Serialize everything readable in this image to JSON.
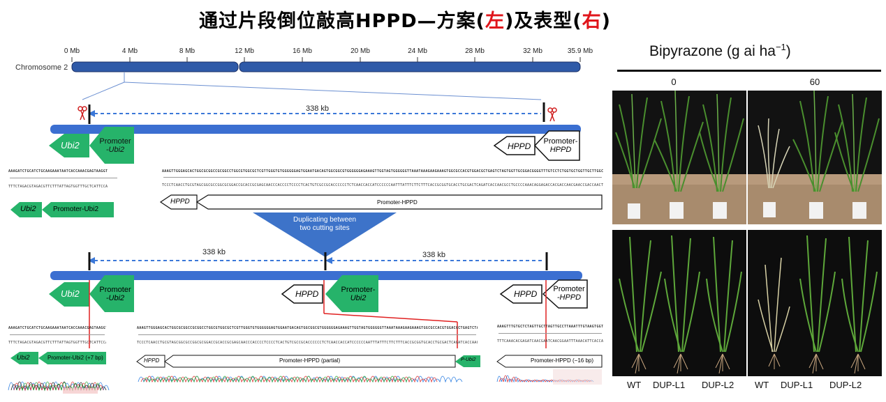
{
  "title": {
    "part1": "通过片段倒位敲高HPPD—方案(",
    "left_word": "左",
    "part2": ")及表型(",
    "right_word": "右",
    "part3": ")"
  },
  "chromosome": {
    "label": "Chromosome 2",
    "ticks": [
      "0 Mb",
      "4 Mb",
      "8 Mb",
      "12 Mb",
      "16 Mb",
      "20 Mb",
      "24 Mb",
      "28 Mb",
      "32 Mb",
      "35.9 Mb"
    ]
  },
  "wildtype": {
    "distance": "338 kb",
    "ubi2": "Ubi2",
    "promoter_ubi2": [
      "Promoter",
      "-Ubi2"
    ],
    "hppd": "HPPD",
    "promoter_hppd": [
      "Promoter-",
      "HPPD"
    ]
  },
  "wt_zoom": {
    "left_seq_top": "AAAGATCTGCATCTGCAAGAAATAATCACCAAACGAGTAAGGT",
    "left_seq_bottom": "TTTCTAGACGTAGACGTTCTTTATTAGTGGTTTGCTCATTCCA",
    "ubi2": "Ubi2",
    "promoter_ubi2": "Promoter-Ubi2",
    "right_seq_top": "AAAGTTGGGAGCACTGGCGCGGCCGCGGCCTGGCGTGGCGCTCGTTGGGTGTGGGGGGAGTGGAATGACAGTGGCGGCGTGGGGGGAGAAAGTTGGTAGTGGGGGGTTAAATAAAGAAGAAAGTGGCGCCACGTGGACGCTGAGTCTAGTGGTTGCGGACGGGGTTTGTCCTCTGGTGCTGGTTGCTTGGCTGGTAGTTGAGGTTGAAAGTGATGAGTTTGTT",
    "right_seq_bottom": "TCCCTCAACCTGCGTAGCGGCGCCGGCGCGGACCGCACCGCGAGCAACCCACCCCTCCCCTCACTGTCGCCGCACCCCCCTCTCAACCACCATCCCCCCAATTTATTTCTTCTTTCACCGCGGTGCACCTGCGACTCAGATCACCAACGCCTGCCCCAAACAGGAGACCACGACCAACGAACCGACCAACTCAACTTTCACTACTCAAACAA",
    "hppd": "HPPD",
    "promoter_hppd": "Promoter-HPPD"
  },
  "transform_label": [
    "Duplicating between",
    "two cutting sites"
  ],
  "dup": {
    "distance_left": "338 kb",
    "distance_right": "338 kb",
    "ubi2": "Ubi2",
    "promoter_ubi2": [
      "Promoter",
      "-Ubi2"
    ],
    "hppd_mid": "HPPD",
    "promoter_ubi2_mid": [
      "Promoter-",
      "Ubi2"
    ],
    "hppd_right": "HPPD",
    "promoter_hppd_right": [
      "Promoter",
      "-HPPD"
    ]
  },
  "dup_zoom": {
    "a_seq_top": "AAAGATCTGCATCTGCAAGAAATAATCACCAAACGAGTAAGGT",
    "a_seq_bottom": "TTTCTAGACGTAGACGTTCTTTATTAGTGGTTTGCTCATTCCA",
    "a_ubi2": "Ubi2",
    "a_promoter": "Promoter-Ubi2 (+7 bp)",
    "b_seq_top": "AAAGTTGGGAGCACTGGCGCGGCCGCGGCCTGGCGTGGCGCTCGTTGGGTGTGGGGGGAGTGGAATGACAGTGGCGGCGTGGGGGGAGAAAGTTGGTAGTGGGGGGTTAAATAAAGAAGAAAGTGGCGCCACGTGGACGCTGAGTCTAGTGGTTGCGGACGGGGTTTGTCCTCTGGTGCTGGTTGCTTGGCTGGTAGTTGAGG",
    "b_seq_bottom": "TCCCTCAACCTGCGTAGCGGCGCCGGCGCGGACCGCACCGCGAGCAACCCACCCCTCCCCTCACTGTCGCCGCACCCCCCTCTCAACCACCATCCCCCCAATTTATTTCTTCTTTCACCGCGGTGCACCTGCGACTCAGATCACCAACGCCTGCCCCAAACAGGAGACCACGACCAACGAACC",
    "b_hppd": "HPPD",
    "b_promoter": "Promoter-HPPD (partial)",
    "b_pubi2": "P-Ubi2",
    "c_seq_top": "AAAGTTTGTGCTCTAGTTGCTTAGTTGCCTTAAATTTGTAAGTGGTGTTT",
    "c_seq_bottom": "TTTCAAACACGAGATCAACGAATCAACGGAATTTAAACATTCACCACAAA",
    "c_promoter": "Promoter-HPPD (−16 bp)"
  },
  "phenotype": {
    "title_main": "Bipyrazone (g ai ha",
    "title_sup": "−1",
    "title_end": ")",
    "doses": [
      "0",
      "60"
    ],
    "lines_left": [
      "WT",
      "DUP-L1",
      "DUP-L2"
    ],
    "lines_right": [
      "WT",
      "DUP-L1",
      "DUP-L2"
    ]
  },
  "colors": {
    "chromosome_blue": "#2f5aa8",
    "bar_blue": "#3b6fd1",
    "green_arrow": "#26b36a",
    "dashed_blue": "#3b78d8",
    "red_line": "#e02020",
    "triangle_blue": "#3d73c9"
  }
}
